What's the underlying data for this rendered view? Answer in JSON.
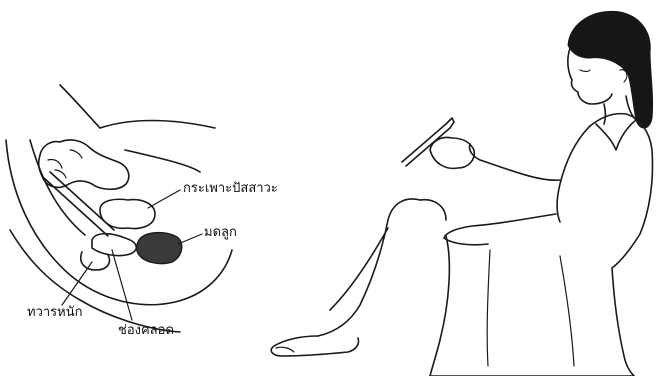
{
  "labels": {
    "bladder": "กระเพาะปัสสาวะ",
    "uterus": "มดลูก",
    "anus": "ทวารหนัก",
    "vagina": "ช่องคลอด"
  },
  "colors": {
    "ink": "#1a1a1a",
    "uterus_fill": "#3a3a3a",
    "background": "#ffffff"
  }
}
